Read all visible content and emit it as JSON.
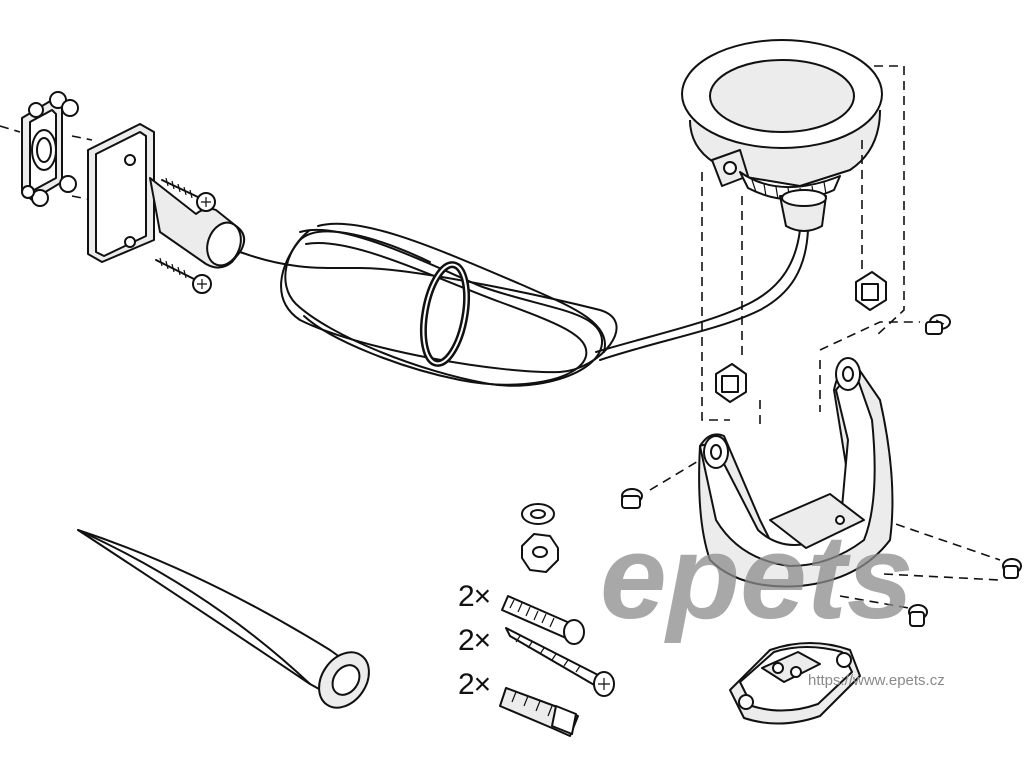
{
  "diagram": {
    "quantities": [
      "2×",
      "2×",
      "2×"
    ]
  },
  "watermark": {
    "logo_text": "epets",
    "url": "https://www.epets.cz"
  },
  "colors": {
    "line": "#111111",
    "fill": "#ffffff",
    "shade": "#e9e9e9",
    "watermark": "#8c8c8c"
  }
}
